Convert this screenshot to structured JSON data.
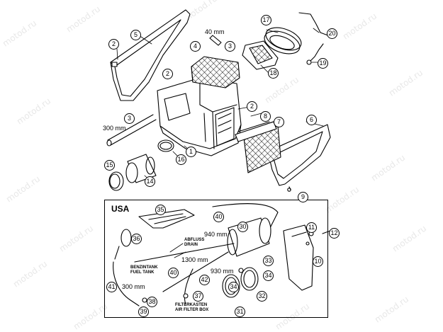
{
  "watermark": "motod.ru",
  "inset": {
    "title": "USA",
    "notes": {
      "drain": [
        "ABFLUSS",
        "DRAIN"
      ],
      "fuel_tank": [
        "BENZINTANK",
        "FUEL TANK"
      ],
      "filter_box": [
        "FILTERKASTEN",
        "AIR FILTER BOX"
      ]
    }
  },
  "dimensions": {
    "d40": "40 mm",
    "d300a": "300 mm",
    "d940": "940 mm",
    "d1300": "1300 mm",
    "d930": "930 mm",
    "d300b": "300 mm"
  },
  "callouts": {
    "c1": "1",
    "c2a": "2",
    "c2b": "2",
    "c2c": "2",
    "c3a": "3",
    "c3b": "3",
    "c4": "4",
    "c5": "5",
    "c6": "6",
    "c7": "7",
    "c8": "8",
    "c9": "9",
    "c10": "10",
    "c11": "11",
    "c12": "12",
    "c14": "14",
    "c15": "15",
    "c16": "16",
    "c17": "17",
    "c18": "18",
    "c19": "19",
    "c20": "20",
    "c30": "30",
    "c31": "31",
    "c32": "32",
    "c33": "33",
    "c34": "34",
    "c35": "35",
    "c36": "36",
    "c37": "37",
    "c38": "38",
    "c39": "39",
    "c40a": "40",
    "c40b": "40",
    "c41": "41",
    "c42": "42"
  }
}
